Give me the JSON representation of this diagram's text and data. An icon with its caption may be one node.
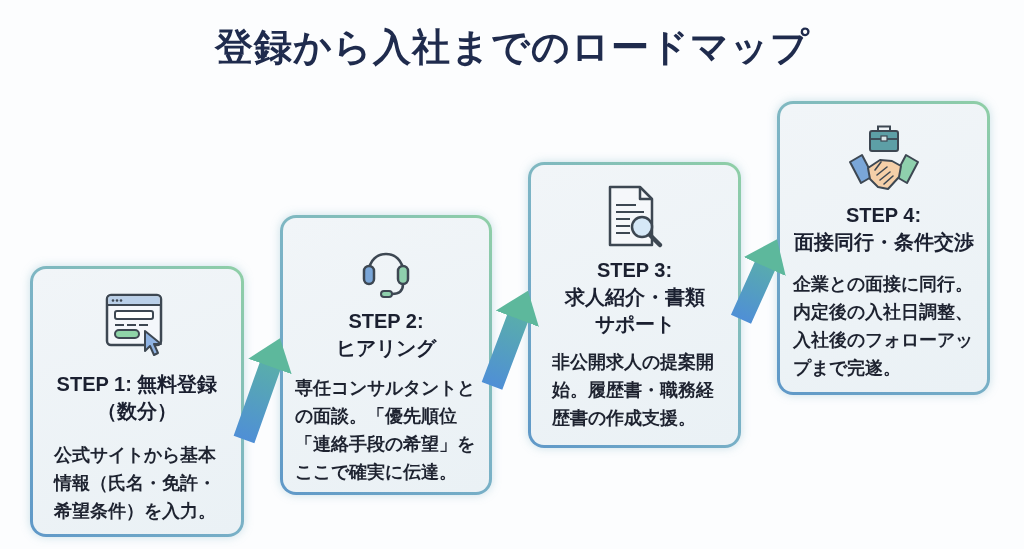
{
  "diagram": {
    "title": "登録から入社までのロードマップ",
    "nodes": [
      {
        "text": [
          "STEP 1: 無料登録（数分）",
          "公式サイトから基本情報（氏名・免許・希望条件）を入力。"
        ]
      },
      {
        "text": [
          "STEP 2: ヒアリング",
          "専任コンサルタントとの面談。「優先順位「連絡手段の希望」をここで確実に伝達。"
        ]
      },
      {
        "text": [
          "STEP 3: 求人紹介・書類サポート",
          "非公開求人の提案開始。履歴書・職務経歴書の作成支援。"
        ]
      },
      {
        "text": [
          "STEP 4: 面接同行・条件交渉",
          "企業との面接に同行。内定後の入社日調整、入社後のフォローアップまで完遂。"
        ]
      }
    ],
    "edges": [
      {
        "from": 0,
        "to": 1,
        "arrow": "to"
      },
      {
        "from": 1,
        "to": 2,
        "arrow": "to"
      },
      {
        "from": 2,
        "to": 3,
        "arrow": "to"
      }
    ]
  }
}
